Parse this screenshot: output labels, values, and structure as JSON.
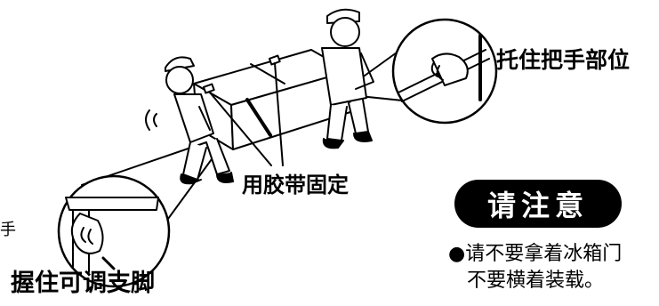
{
  "labels": {
    "hold_handle": "托住把手部位",
    "tape_fix": "用胶带固定",
    "grip_feet": "握住可调支脚",
    "cut_char": "手"
  },
  "notice": {
    "title": "请注意",
    "line1": "●请不要拿着冰箱门",
    "line2": "不要横着装载。"
  },
  "colors": {
    "ink": "#000000",
    "paper": "#ffffff",
    "notice_bg": "#000000",
    "notice_text": "#ffffff"
  }
}
